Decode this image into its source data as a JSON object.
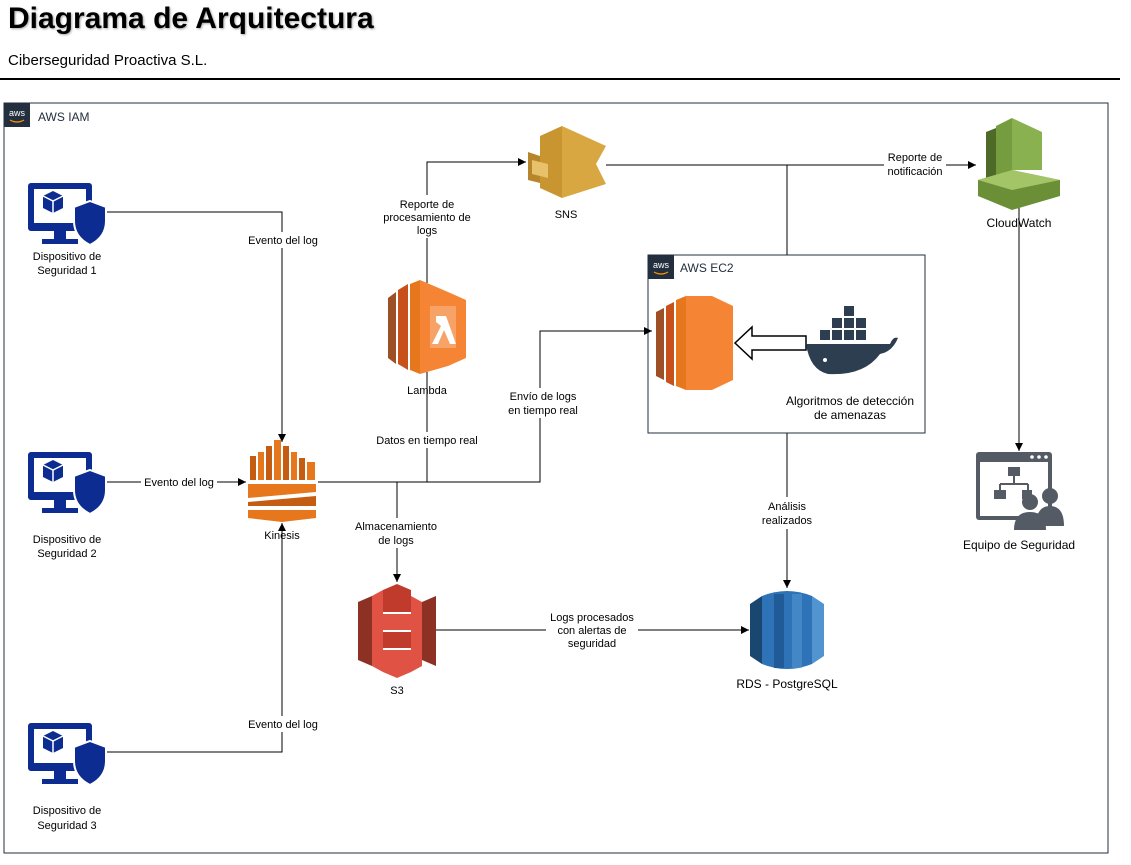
{
  "header": {
    "title": "Diagrama de Arquitectura",
    "subtitle": "Ciberseguridad Proactiva S.L."
  },
  "groups": {
    "iam": "AWS IAM",
    "ec2": "AWS EC2"
  },
  "nodes": {
    "device1": [
      "Dispositivo de",
      "Seguridad 1"
    ],
    "device2": [
      "Dispositivo de",
      "Seguridad 2"
    ],
    "device3": [
      "Dispositivo de",
      "Seguridad 3"
    ],
    "kinesis": "Kinesis",
    "lambda": "Lambda",
    "sns": "SNS",
    "s3": "S3",
    "cloudwatch": "CloudWatch",
    "team": "Equipo de Seguridad",
    "rds": "RDS - PostgreSQL",
    "docker": [
      "Algoritmos de detección",
      "de amenazas"
    ]
  },
  "edges": {
    "evento1": "Evento del log",
    "evento2": "Evento del log",
    "evento3": "Evento del log",
    "datos": "Datos en tiempo real",
    "reporte_proc": [
      "Reporte de",
      "procesamiento de",
      "logs"
    ],
    "envio": [
      "Envío de logs",
      "en tiempo real"
    ],
    "almac": [
      "Almacenamiento",
      "de logs"
    ],
    "logs_proc": [
      "Logs procesados",
      "con alertas de",
      "seguridad"
    ],
    "analisis": [
      "Análisis",
      "realizados"
    ],
    "reporte_notif": [
      "Reporte de",
      "notificación"
    ]
  },
  "colors": {
    "device_blue": "#0d2c91",
    "kinesis_orange": "#e7771d",
    "compute_orange": "#f58534",
    "sns_gold": "#d9a741",
    "s3_red": "#e05243",
    "cloudwatch_green": "#759c3e",
    "rds_blue": "#2e73b8",
    "docker_dark": "#2c3e50",
    "team_gray": "#545b64"
  },
  "icons": [
    "monitor-shield-icon",
    "kinesis-icon",
    "lambda-icon",
    "sns-icon",
    "s3-icon",
    "ec2-icon",
    "docker-icon",
    "cloudwatch-icon",
    "rds-icon",
    "team-icon",
    "aws-logo-icon"
  ]
}
